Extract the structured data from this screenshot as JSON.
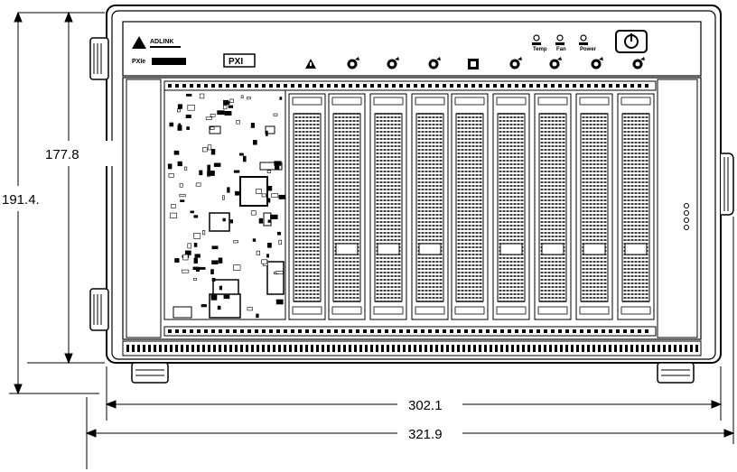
{
  "dimensions": {
    "inner_height": "177.8",
    "outer_height": "191.4.",
    "inner_width": "302.1",
    "outer_width": "321.9"
  },
  "front_panel": {
    "brand_text": "ADLINK",
    "model_text": "PXIe",
    "badge_text": "PXI",
    "indicators": [
      "Temp",
      "Fan",
      "Power"
    ],
    "slot_symbols": [
      "warning-triangle",
      "slot-icon",
      "slot-icon",
      "slot-icon",
      "system-square",
      "slot-icon",
      "slot-icon",
      "slot-icon",
      "slot-icon"
    ]
  },
  "colors": {
    "line": "#000000",
    "panel": "#ffffff",
    "slot_fill": "#d8d8d8"
  }
}
